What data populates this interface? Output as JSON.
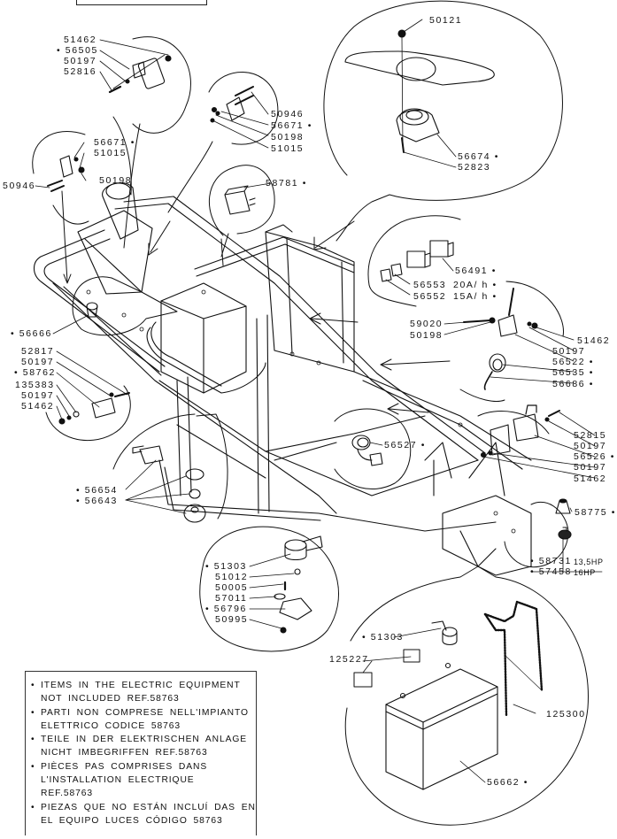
{
  "diagram": {
    "type": "exploded-parts-view",
    "subject": "tractor frame electric equipment",
    "asterisk_meaning": "items in the electric equipment not included"
  },
  "callouts": {
    "ignition_connector": [
      "51462",
      "• 56505",
      "50197",
      "52816"
    ],
    "left_switch": [
      "56671 •",
      "51015",
      "50198",
      "50946"
    ],
    "center_switch": [
      "50946",
      "56671 •",
      "50198",
      "51015"
    ],
    "relay_58781": [
      "58781 •"
    ],
    "horn": [
      "50121",
      "56674 •",
      "52823"
    ],
    "relays_fuses": [
      "56491 •",
      "56553",
      "20A/ h •",
      "56552",
      "15A/ h •"
    ],
    "sensor": [
      "59020",
      "50198",
      "51462",
      "50197",
      "56522 •",
      "56535 •",
      "56686 •"
    ],
    "light_56666": [
      "• 56666"
    ],
    "brake_switch": [
      "52817",
      "50197",
      "• 58762",
      "135383",
      "50197",
      "51462"
    ],
    "ignition_key": [
      "• 56654",
      "• 56643"
    ],
    "connector_56527": [
      "56527 •"
    ],
    "seat_switch": [
      "52815",
      "50197",
      "56526 •",
      "50197",
      "51462"
    ],
    "oil_sensor": [
      "58775 •",
      "• 58731",
      "13,5HP",
      "• 57458",
      "16HP"
    ],
    "solenoid": [
      "• 51303",
      "51012",
      "50005",
      "57011",
      "• 56796",
      "50995"
    ],
    "battery": [
      "• 51303",
      "125227",
      "125300",
      "56662 •"
    ]
  },
  "note": {
    "lines": [
      {
        "bullet": "•",
        "text": "ITEMS  IN  THE  ELECTRIC  EQUIPMENT"
      },
      {
        "bullet": "",
        "text": "NOT  INCLUDED  REF.58763"
      },
      {
        "bullet": "•",
        "text": "PARTI  NON  COMPRESE  NELL'IMPIANTO"
      },
      {
        "bullet": "",
        "text": "ELETTRICO  CODICE  58763"
      },
      {
        "bullet": "•",
        "text": "TEILE  IN  DER  ELEKTRISCHEN  ANLAGE"
      },
      {
        "bullet": "",
        "text": "NICHT  IMBEGRIFFEN  REF.58763"
      },
      {
        "bullet": "•",
        "text": "PIÈCES  PAS  COMPRISES  DANS"
      },
      {
        "bullet": "",
        "text": "L'INSTALLATION  ELECTRIQUE"
      },
      {
        "bullet": "",
        "text": "REF.58763"
      },
      {
        "bullet": "•",
        "text": "PIEZAS  QUE  NO  ESTÁN  INCLUÍ DAS  EN"
      },
      {
        "bullet": "",
        "text": "EL  EQUIPO  LUCES  CÓDIGO  58763"
      }
    ]
  }
}
